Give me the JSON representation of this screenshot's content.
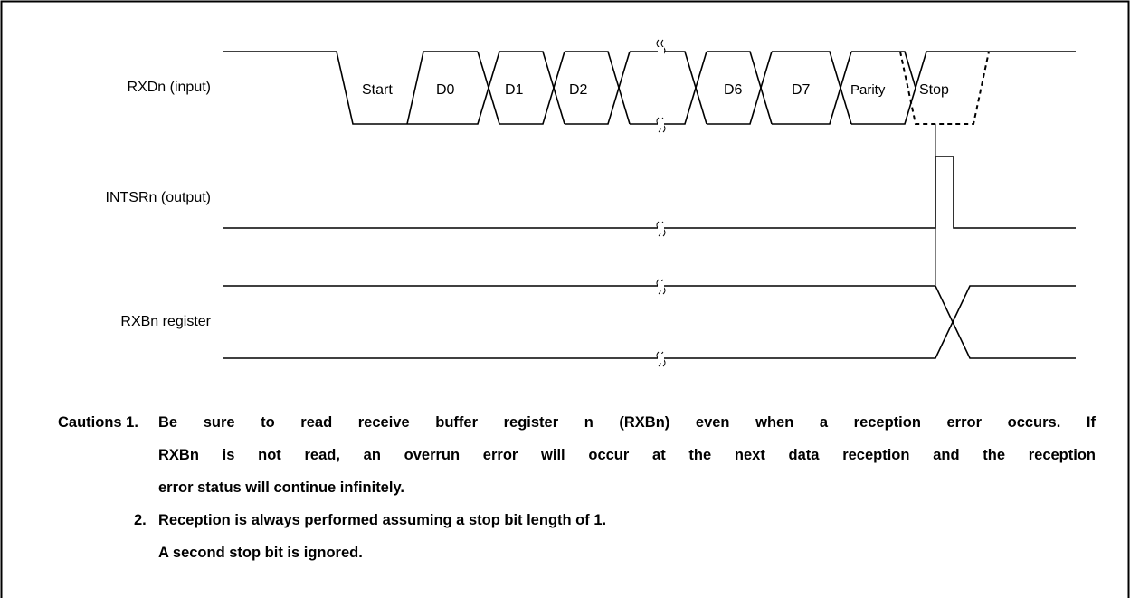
{
  "signals": {
    "rxd": "RXDn (input)",
    "intsr": "INTSRn (output)",
    "rxb": "RXBn register"
  },
  "bits": [
    "Start",
    "D0",
    "D1",
    "D2",
    "D6",
    "D7",
    "Parity",
    "Stop"
  ],
  "cautions": {
    "lead": "Cautions 1.",
    "item1_line1": "Be sure to read receive buffer register n (RXBn) even when a reception error occurs.  If",
    "item1_line2": "RXBn is not read, an overrun error will occur at the next data reception and the reception",
    "item1_line3": "error status will continue infinitely.",
    "item2_num": "2.",
    "item2_line1": "Reception is always performed assuming a stop bit length of 1.",
    "item2_line2": "A second stop bit is ignored."
  }
}
